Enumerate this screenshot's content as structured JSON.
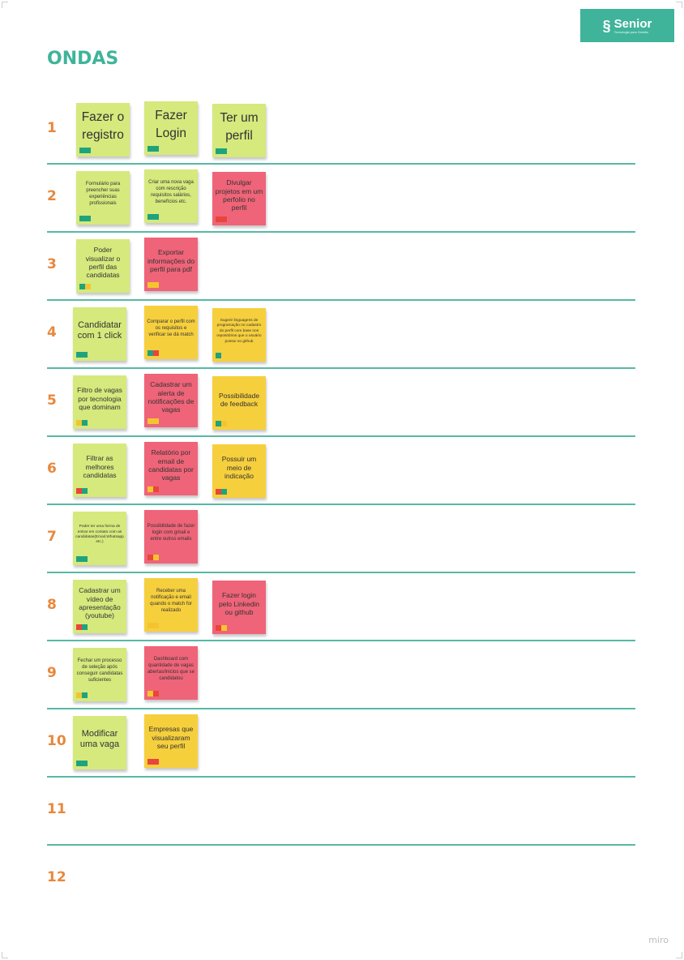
{
  "brand": {
    "name": "Senior",
    "tagline": "Tecnologia para Gestão"
  },
  "title": "ONDAS",
  "footer": "miro",
  "colors": {
    "green": "#d5e97d",
    "yellow": "#f6cf3d",
    "pink": "#ef6478",
    "teal": "#3fb49a",
    "orange": "#e8883c"
  },
  "waves": [
    {
      "number": "1",
      "notes": [
        {
          "text": "Fazer o registro",
          "color": "green",
          "tags": [
            "teal",
            "teal"
          ]
        },
        {
          "text": "Fazer Login",
          "color": "green",
          "tags": [
            "teal",
            "teal"
          ]
        },
        {
          "text": "Ter um perfil",
          "color": "green",
          "tags": [
            "teal",
            "teal"
          ]
        }
      ]
    },
    {
      "number": "2",
      "notes": [
        {
          "text": "Formulário para preencher suas experiências profissionais",
          "color": "green",
          "tags": [
            "teal",
            "teal"
          ]
        },
        {
          "text": "Criar uma nova vaga com rescrição requisitos salários, benefícios etc.",
          "color": "green",
          "tags": [
            "teal",
            "teal"
          ]
        },
        {
          "text": "Divulgar projetos em um perfolio no perfil",
          "color": "pink",
          "tags": [
            "red",
            "red"
          ]
        }
      ]
    },
    {
      "number": "3",
      "notes": [
        {
          "text": "Poder visualizar o perfil das candidatas",
          "color": "green",
          "tags": [
            "teal",
            "yellow"
          ]
        },
        {
          "text": "Exportar informações do perfil para pdf",
          "color": "pink",
          "tags": [
            "yellow",
            "yellow"
          ]
        }
      ]
    },
    {
      "number": "4",
      "notes": [
        {
          "text": "Candidatar com 1 click",
          "color": "green",
          "tags": [
            "teal",
            "teal"
          ]
        },
        {
          "text": "Comparar o perfil com os requisitos e verificar se dá match",
          "color": "yellow",
          "tags": [
            "teal",
            "red"
          ]
        },
        {
          "text": "Sugerir linguagens de programação no cadastro do perfil com base nos repositórios que o usuário possui no github",
          "color": "yellow",
          "tags": [
            "teal"
          ]
        }
      ]
    },
    {
      "number": "5",
      "notes": [
        {
          "text": "Filtro de vagas por tecnologia que dominam",
          "color": "green",
          "tags": [
            "yellow",
            "teal"
          ]
        },
        {
          "text": "Cadastrar um alerta de notificações de vagas",
          "color": "pink",
          "tags": [
            "yellow",
            "yellow"
          ]
        },
        {
          "text": "Possibilidade de feedback",
          "color": "yellow",
          "tags": [
            "teal",
            "yellow"
          ]
        }
      ]
    },
    {
      "number": "6",
      "notes": [
        {
          "text": "Filtrar as melhores candidatas",
          "color": "green",
          "tags": [
            "red",
            "teal"
          ]
        },
        {
          "text": "Relatório por email de candidatas por vagas",
          "color": "pink",
          "tags": [
            "yellow",
            "red"
          ]
        },
        {
          "text": "Possuir um meio de indicação",
          "color": "yellow",
          "tags": [
            "red",
            "teal"
          ]
        }
      ]
    },
    {
      "number": "7",
      "notes": [
        {
          "text": "Poder ter uma forma de entrar em contato com as candidatas(Email,Whatsapp etc.)",
          "color": "green",
          "tags": [
            "teal",
            "teal"
          ]
        },
        {
          "text": "Possibilidade de fazer login com gmail e entre outros emails",
          "color": "pink",
          "tags": [
            "red",
            "yellow"
          ]
        }
      ]
    },
    {
      "number": "8",
      "notes": [
        {
          "text": "Cadastrar um vídeo de apresentação (youtube)",
          "color": "green",
          "tags": [
            "red",
            "teal"
          ]
        },
        {
          "text": "Receber uma notificação e email quando o match for realizado",
          "color": "yellow",
          "tags": [
            "yellow",
            "yellow"
          ]
        },
        {
          "text": "Fazer login pelo Linkedin ou github",
          "color": "pink",
          "tags": [
            "red",
            "yellow"
          ]
        }
      ]
    },
    {
      "number": "9",
      "notes": [
        {
          "text": "Fechar um processo de seleção após conseguir candidatas suficientes",
          "color": "green",
          "tags": [
            "yellow",
            "teal"
          ]
        },
        {
          "text": "Dashboard com quantidade de vagas abertas/inicios que se candidatou",
          "color": "pink",
          "tags": [
            "yellow",
            "red"
          ]
        }
      ]
    },
    {
      "number": "10",
      "notes": [
        {
          "text": "Modificar uma vaga",
          "color": "green",
          "tags": [
            "teal",
            "teal"
          ]
        },
        {
          "text": "Empresas que visualizaram seu perfil",
          "color": "yellow",
          "tags": [
            "red",
            "red"
          ]
        }
      ]
    },
    {
      "number": "11",
      "notes": []
    },
    {
      "number": "12",
      "notes": []
    }
  ]
}
